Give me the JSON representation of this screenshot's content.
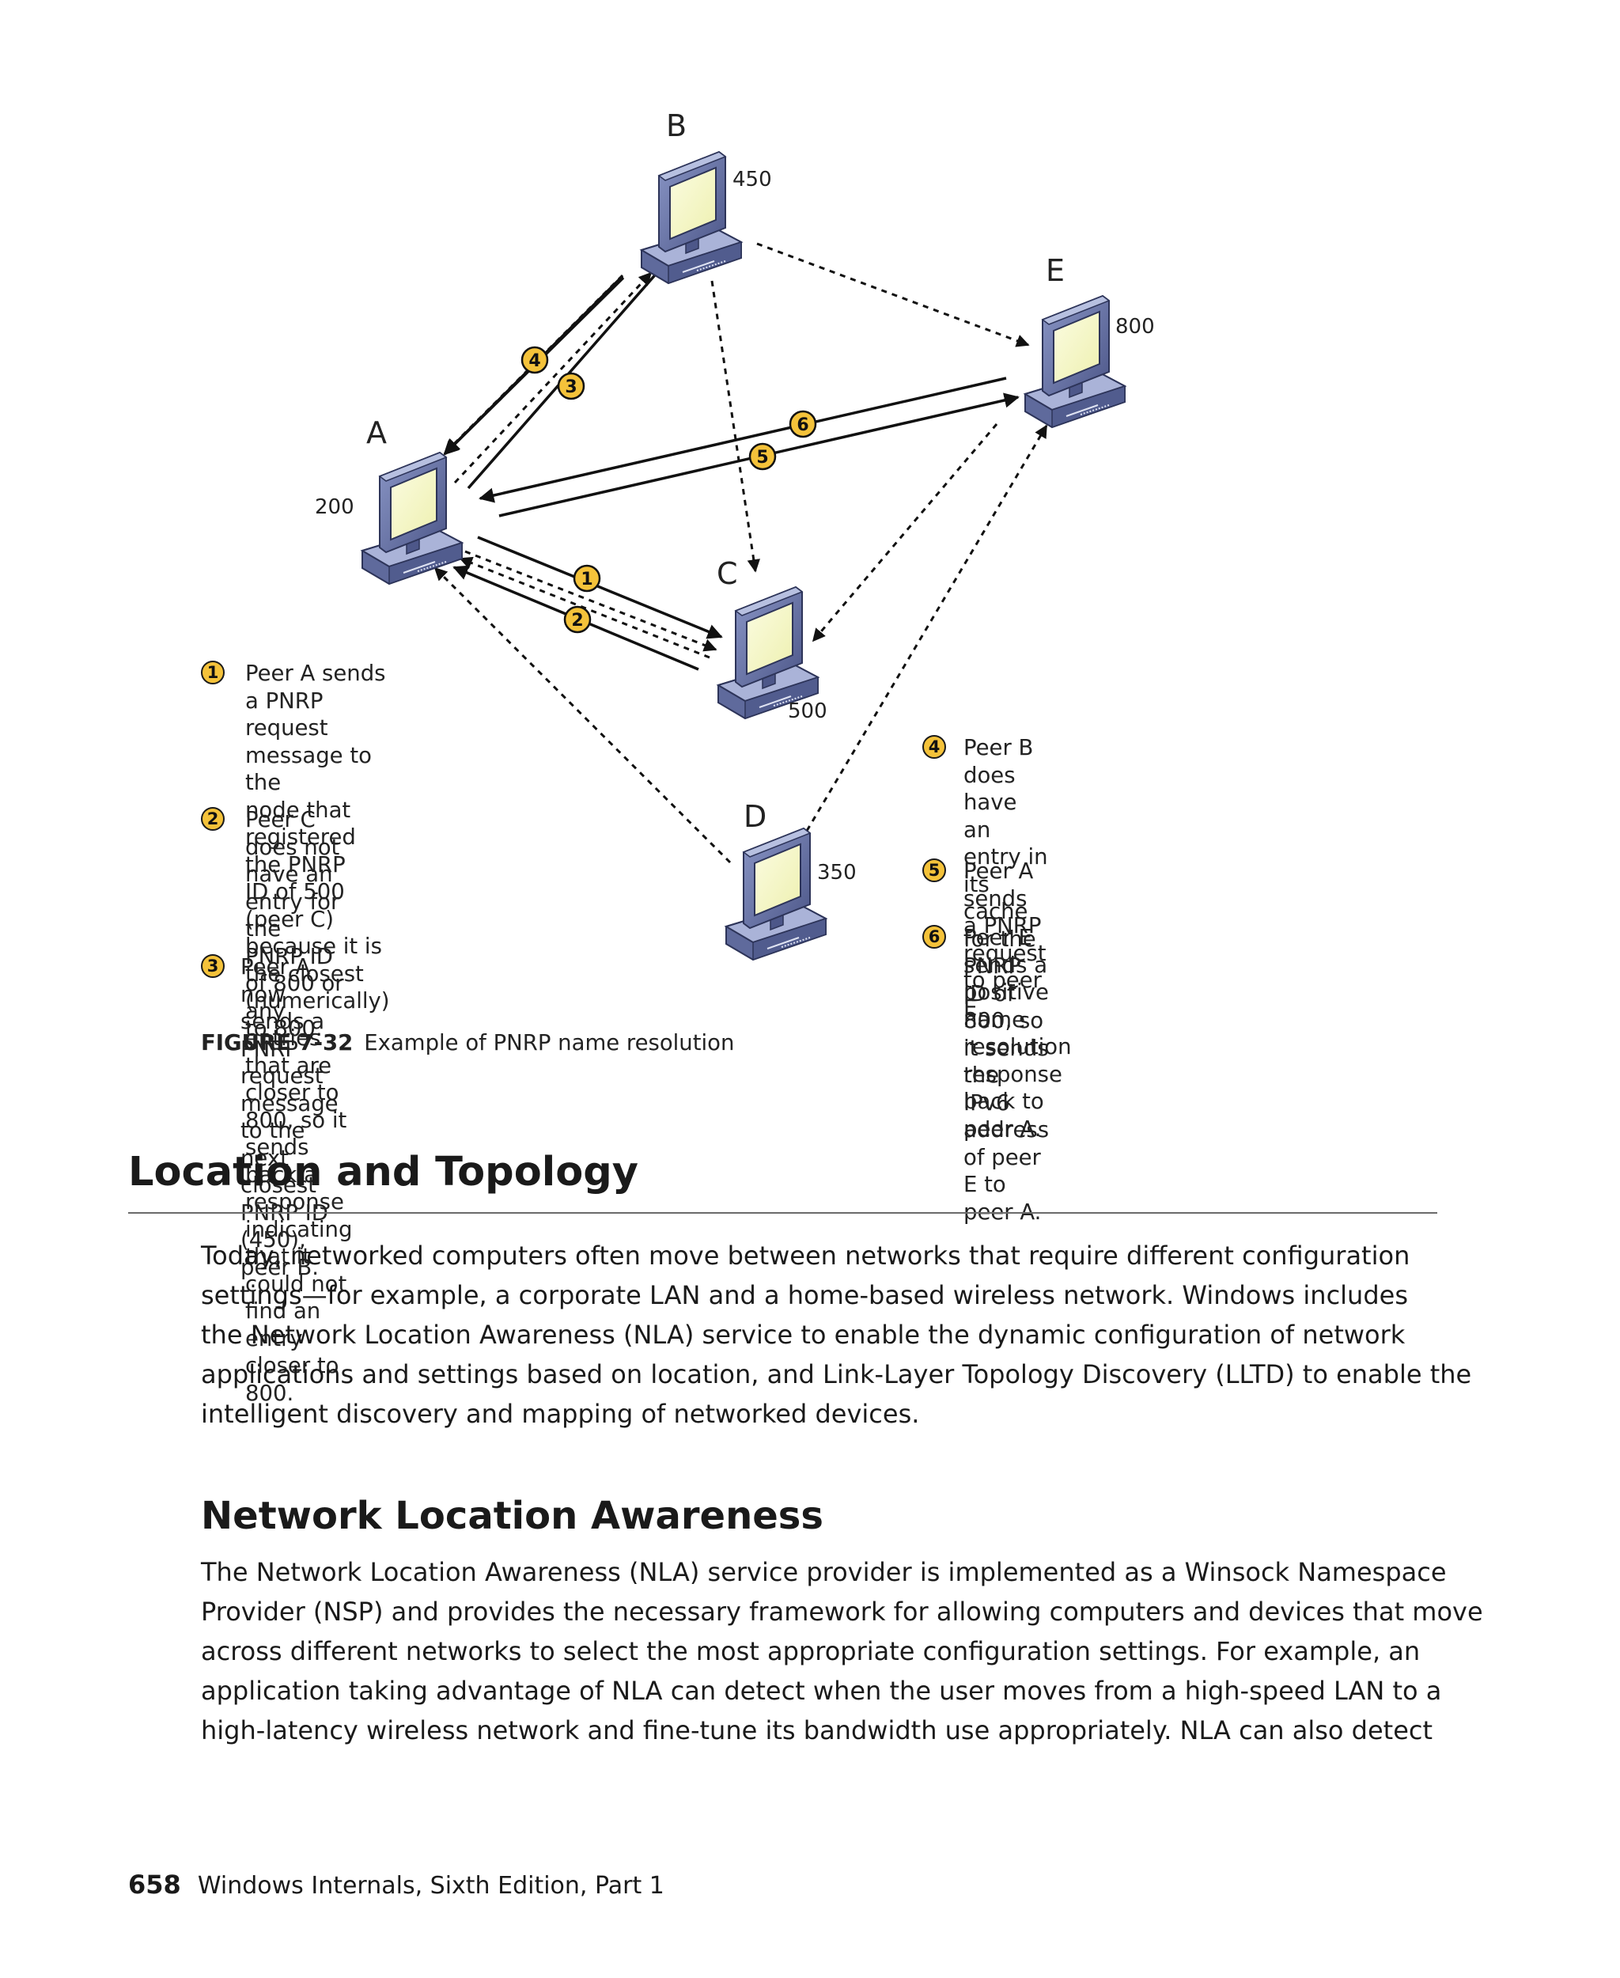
{
  "figure": {
    "nodes": [
      {
        "letter": "A",
        "id": "200"
      },
      {
        "letter": "B",
        "id": "450"
      },
      {
        "letter": "C",
        "id": "500"
      },
      {
        "letter": "D",
        "id": "350"
      },
      {
        "letter": "E",
        "id": "800"
      }
    ],
    "step_badges": [
      "1",
      "2",
      "3",
      "4",
      "5",
      "6"
    ],
    "legend": [
      {
        "num": "1",
        "lines": [
          "Peer A sends a PNRP",
          "request message to the",
          "node that registered the PNRP",
          "ID of 500 (peer C) because it is",
          "the closest (numerically) to 800."
        ]
      },
      {
        "num": "2",
        "lines": [
          "Peer C does not have an entry for the",
          "PNRP ID of 800 or any entries that are",
          "closer to 800, so it sends back a response",
          "indicating that it could not find an entry",
          "closer to 800."
        ]
      },
      {
        "num": "3",
        "lines": [
          "Peer A now sends a PNRP request message",
          "to the next closest PNRP ID (450), peer B."
        ]
      },
      {
        "num": "4",
        "lines": [
          "Peer B does have an entry in",
          "its cache for the PNRP ID of",
          "800, so it sends the IPv6",
          "address of peer E to peer A."
        ]
      },
      {
        "num": "5",
        "lines": [
          "Peer A sends a PNRP request",
          "to peer E."
        ]
      },
      {
        "num": "6",
        "lines": [
          "Peer E sends a positive name",
          "resolution response back to",
          "peer A."
        ]
      }
    ],
    "caption_label": "FIGURE 7-32",
    "caption_text": "Example of PNRP name resolution",
    "colors": {
      "badge": "#f4c23a",
      "monitor_screen": "#f5f6c8",
      "monitor_body": "#6a76a8"
    }
  },
  "section": {
    "title": "Location and Topology",
    "paragraph_lines": [
      "Today, networked computers often move between networks that require different configuration",
      "settings—for example, a corporate LAN and a home-based wireless network. Windows includes",
      "the Network Location Awareness (NLA) service to enable the dynamic configuration of network",
      "applications and settings based on location, and Link-Layer Topology Discovery (LLTD) to enable the",
      "intelligent discovery and mapping of networked devices."
    ]
  },
  "subsection": {
    "title": "Network Location Awareness",
    "paragraph_lines": [
      "The Network Location Awareness (NLA) service provider is implemented as a Winsock Namespace",
      "Provider (NSP) and provides the necessary framework for allowing computers and devices that move",
      "across different networks to select the most appropriate configuration settings. For example, an",
      "application taking advantage of NLA can detect when the user moves from a high-speed LAN to a",
      "high-latency wireless network and fine-tune its bandwidth use appropriately. NLA can also detect"
    ]
  },
  "footer": {
    "page_number": "658",
    "book_title": "Windows Internals, Sixth Edition, Part 1"
  }
}
